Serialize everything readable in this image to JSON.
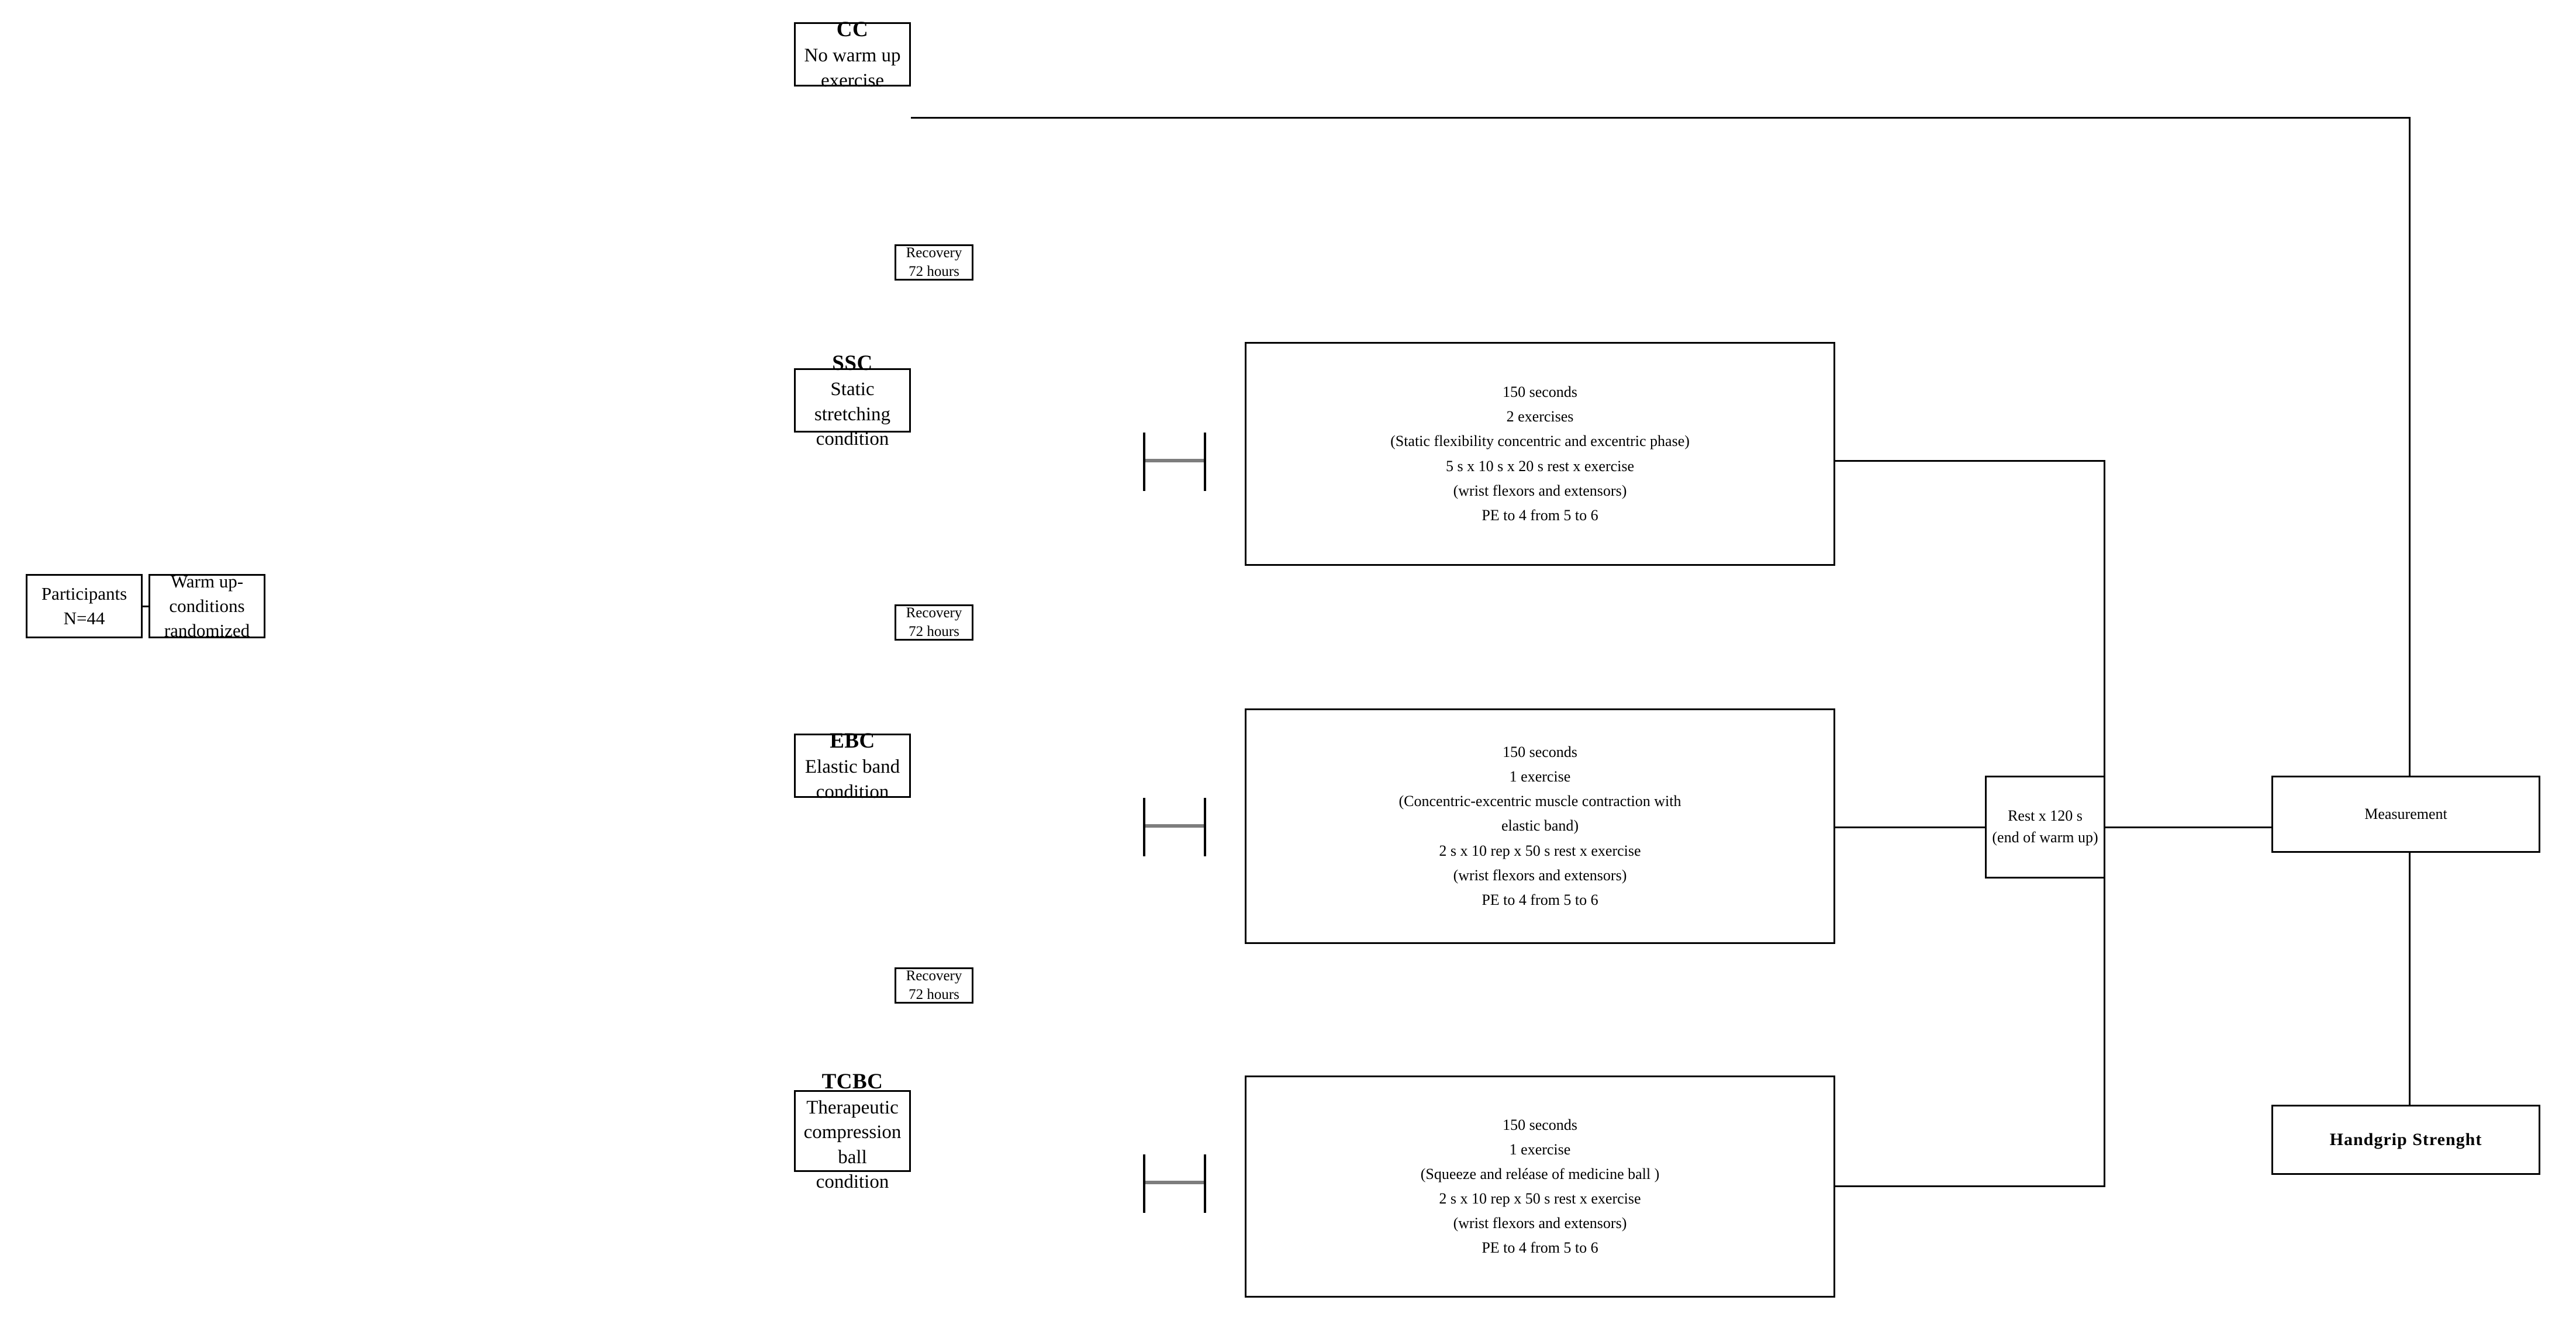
{
  "diagram": {
    "title": "Study design flowchart",
    "colors": {
      "line": "#000000",
      "connector_gray": "#7d7d7d",
      "background": "#ffffff"
    }
  },
  "start": {
    "participants": {
      "line1": "Participants",
      "line2": "N=44"
    },
    "randomization": {
      "line1": "Warm up-conditions",
      "line2": "randomized"
    }
  },
  "recovery": {
    "line1": "Recovery",
    "line2": "72 hours"
  },
  "conditions": [
    {
      "code": "CC",
      "name_line1": "No warm up",
      "name_line2": "exercise",
      "name_line3": "",
      "has_detail": false
    },
    {
      "code": "SSC",
      "name_line1": "Static stretching",
      "name_line2": "condition",
      "name_line3": "",
      "has_detail": true,
      "detail": [
        "150 seconds",
        "2 exercises",
        "(Static flexibility concentric and excentric phase)",
        "5 s x 10 s x 20 s rest x exercise",
        "(wrist flexors and extensors)",
        "PE to 4 from 5 to 6"
      ]
    },
    {
      "code": "EBC",
      "name_line1": "Elastic band",
      "name_line2": "condition",
      "name_line3": "",
      "has_detail": true,
      "detail": [
        "150 seconds",
        "1 exercise",
        "(Concentric-excentric  muscle contraction with",
        "elastic band)",
        "2 s x 10 rep  x 50 s rest x exercise",
        "(wrist flexors and extensors)",
        "PE to 4 from 5 to 6"
      ]
    },
    {
      "code": "TCBC",
      "name_line1": "Therapeutic",
      "name_line2": "compression ball",
      "name_line3": "condition",
      "has_detail": true,
      "detail": [
        "150 seconds",
        "1 exercise",
        "(Squeeze and reléase  of medicine ball )",
        "2 s x 10 rep  x 50 s rest x exercise",
        "(wrist flexors and extensors)",
        "PE to 4 from 5 to 6"
      ]
    }
  ],
  "rest": {
    "line1": "Rest x 120 s",
    "line2": "(end of warm up)"
  },
  "measurement": {
    "label": "Measurement"
  },
  "outcome": {
    "label": "Handgrip Strenght"
  }
}
